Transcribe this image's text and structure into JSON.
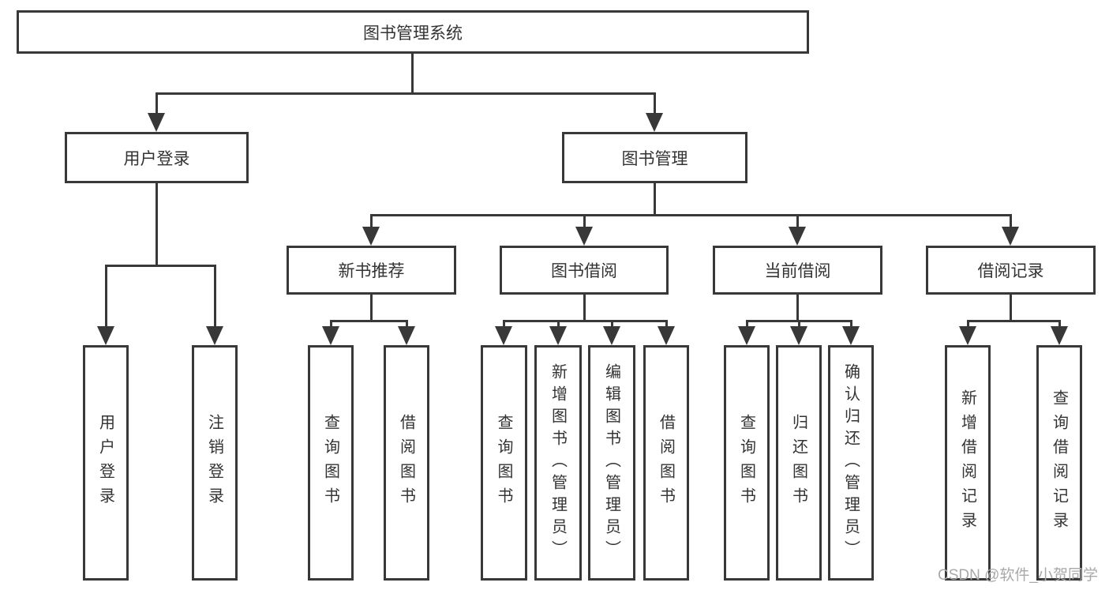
{
  "diagram": {
    "root": {
      "label": "图书管理系统"
    },
    "level2": {
      "user_login": {
        "label": "用户登录"
      },
      "book_management": {
        "label": "图书管理"
      }
    },
    "level3": {
      "new_book_recommend": {
        "label": "新书推荐"
      },
      "book_borrow": {
        "label": "图书借阅"
      },
      "current_borrow": {
        "label": "当前借阅"
      },
      "borrow_records": {
        "label": "借阅记录"
      }
    },
    "leaves": {
      "user_login": {
        "label": "用户登录"
      },
      "logout": {
        "label": "注销登录"
      },
      "nb_query_books": {
        "label": "查询图书"
      },
      "nb_borrow_books": {
        "label": "借阅图书"
      },
      "bb_query_books": {
        "label": "查询图书"
      },
      "bb_add_books_admin": {
        "label": "新增图书（管理员）"
      },
      "bb_edit_books_admin": {
        "label": "编辑图书（管理员）"
      },
      "bb_borrow_books": {
        "label": "借阅图书"
      },
      "cb_query_books": {
        "label": "查询图书"
      },
      "cb_return_books": {
        "label": "归还图书"
      },
      "cb_confirm_return_admin": {
        "label": "确认归还（管理员）"
      },
      "br_add_record": {
        "label": "新增借阅记录"
      },
      "br_query_record": {
        "label": "查询借阅记录"
      }
    }
  },
  "watermark": {
    "text": "CSDN @软件_小贺同学"
  },
  "colors": {
    "line": "#383838",
    "text": "#333333",
    "background": "#ffffff",
    "watermark": "#a9a9a9"
  }
}
